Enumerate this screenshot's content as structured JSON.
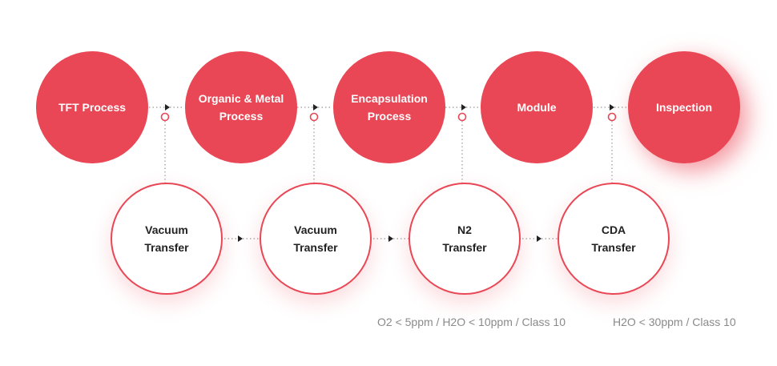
{
  "process_steps": [
    {
      "label": "TFT Process"
    },
    {
      "label": "Organic & Metal\nProcess"
    },
    {
      "label": "Encapsulation\nProcess"
    },
    {
      "label": "Module"
    },
    {
      "label": "Inspection"
    }
  ],
  "transfer_steps": [
    {
      "label": "Vacuum\nTransfer"
    },
    {
      "label": "Vacuum\nTransfer"
    },
    {
      "label": "N2\nTransfer"
    },
    {
      "label": "CDA\nTransfer"
    }
  ],
  "notes": {
    "n2_spec": "O2 < 5ppm / H2O < 10ppm / Class 10",
    "cda_spec": "H2O < 30ppm / Class 10"
  },
  "colors": {
    "accent": "#e94755",
    "connector": "#9a9a9a",
    "note_text": "#8a8a8a"
  }
}
